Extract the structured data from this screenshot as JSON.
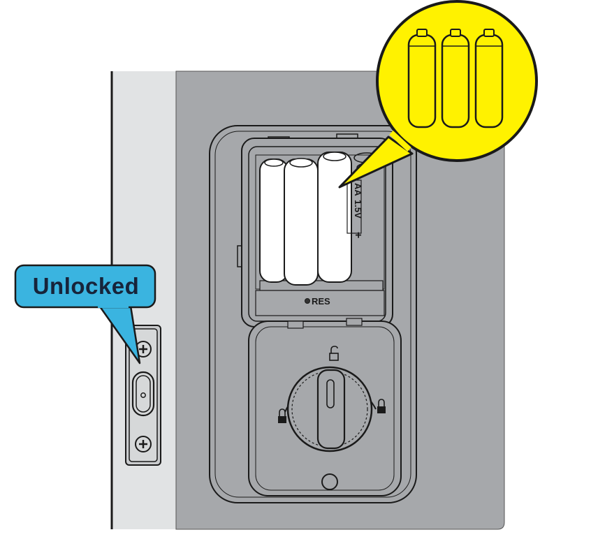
{
  "callout": {
    "label": "Unlocked",
    "color": "#3ab4e0"
  },
  "battery_compartment": {
    "reset_label": "RES",
    "battery_type": "AA",
    "voltage": "1.5V",
    "polarity_plus": "+",
    "battery_count": 3
  },
  "zoom_callout": {
    "color": "#fff200",
    "battery_count": 3
  },
  "colors": {
    "wall": "#a6a8ab",
    "door_edge": "#e1e3e4",
    "outline": "#1a1a1a",
    "lock_body": "#a6a8ab"
  }
}
